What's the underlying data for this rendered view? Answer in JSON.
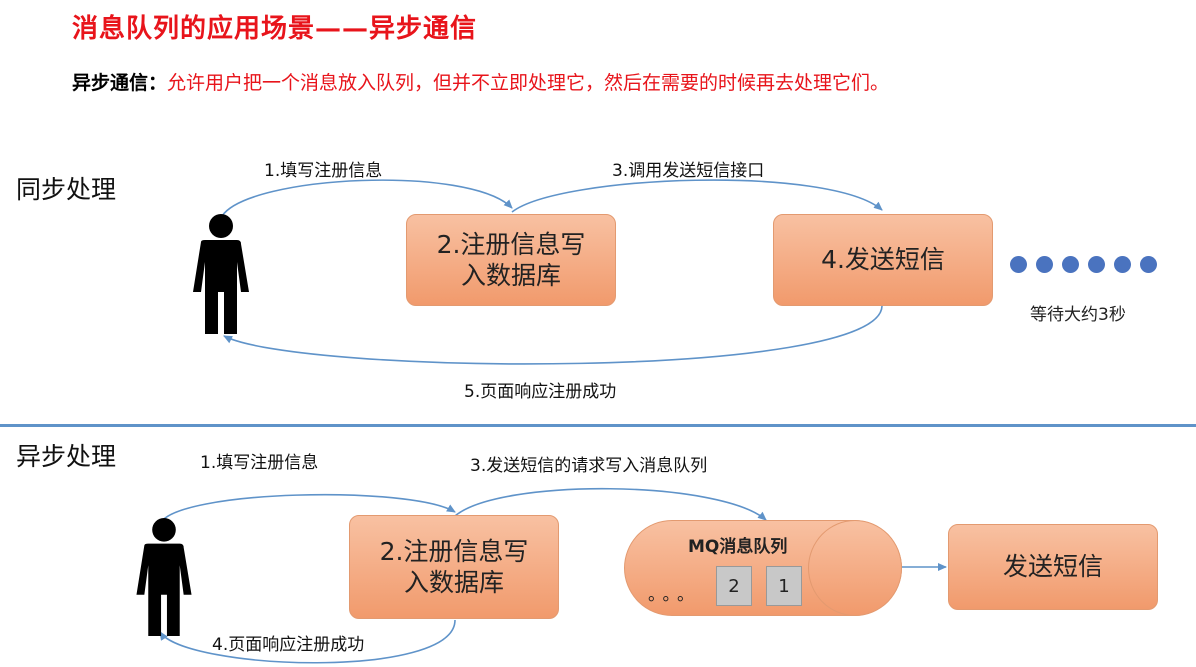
{
  "title": "消息队列的应用场景——异步通信",
  "subtitle": {
    "label": "异步通信：",
    "text": "允许用户把一个消息放入队列，但并不立即处理它，然后在需要的时候再去处理它们。"
  },
  "sync": {
    "heading": "同步处理",
    "step1": "1.填写注册信息",
    "step3": "3.调用发送短信接口",
    "step5": "5.页面响应注册成功",
    "box_register": "2.注册信息写入数据库",
    "box_sms": "4.发送短信",
    "wait_text": "等待大约3秒",
    "dot_count": 6
  },
  "async": {
    "heading": "异步处理",
    "step1": "1.填写注册信息",
    "step3": "3.发送短信的请求写入消息队列",
    "step4": "4.页面响应注册成功",
    "box_register": "2.注册信息写入数据库",
    "mq_label": "MQ消息队列",
    "mq_ellipsis": "。。。",
    "mq_items": [
      "2",
      "1"
    ],
    "box_sms": "发送短信"
  },
  "colors": {
    "title": "#e8141b",
    "box_fill": "#f4a77c",
    "arrow": "#5f93c9",
    "dot": "#4a73bf",
    "slot": "#c8c8c8"
  }
}
